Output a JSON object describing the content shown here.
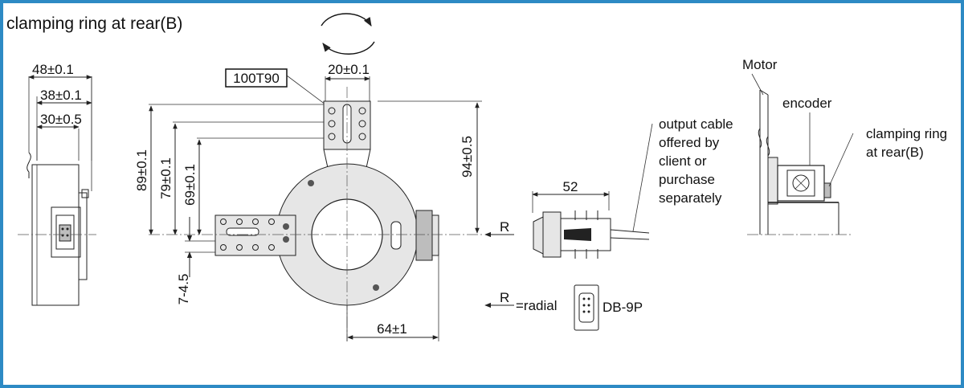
{
  "title": "clamping ring at rear(B)",
  "colors": {
    "frame": "#2d8ac4",
    "line": "#222222",
    "part_fill": "#e6e6e6",
    "connector_fill": "#bdbdbd"
  },
  "side_view": {
    "dim_48": "48±0.1",
    "dim_38": "38±0.1",
    "dim_30": "30±0.5"
  },
  "front_view": {
    "model_label": "100T90",
    "dim_20": "20±0.1",
    "dim_89": "89±0.1",
    "dim_79": "79±0.1",
    "dim_69": "69±0.1",
    "dim_94": "94±0.5",
    "dim_7_45": "7-4.5",
    "dim_64": "64±1"
  },
  "cable_view": {
    "dim_52": "52",
    "note_lines": [
      "output cable",
      "offered by",
      "client or",
      "purchase",
      "separately"
    ],
    "r_label": "R"
  },
  "legend": {
    "r_symbol": "R",
    "r_meaning": "=radial",
    "connector_label": "DB-9P"
  },
  "mounting_view": {
    "motor_label": "Motor",
    "encoder_label": "encoder",
    "clamp_lines": [
      "clamping ring",
      "at rear(B)"
    ]
  }
}
